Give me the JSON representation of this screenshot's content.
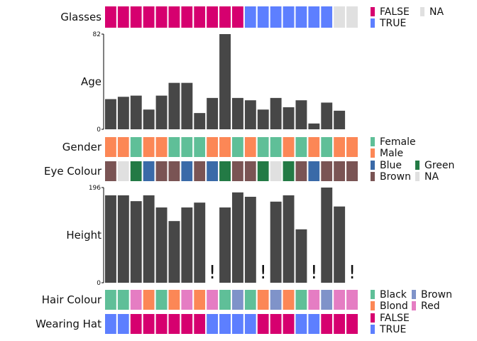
{
  "chart_data": {
    "type": "heatmap",
    "n": 20,
    "tracks": [
      {
        "key": "glasses",
        "label": "Glasses",
        "kind": "categorical",
        "values": [
          "FALSE",
          "FALSE",
          "FALSE",
          "FALSE",
          "FALSE",
          "FALSE",
          "FALSE",
          "FALSE",
          "FALSE",
          "FALSE",
          "FALSE",
          "TRUE",
          "TRUE",
          "TRUE",
          "TRUE",
          "TRUE",
          "TRUE",
          "TRUE",
          "NA",
          "NA"
        ],
        "legend": [
          {
            "label": "FALSE",
            "color": "#d6006f"
          },
          {
            "label": "NA",
            "color": "#e0e0e0"
          },
          {
            "label": "TRUE",
            "color": "#5d7fff"
          }
        ]
      },
      {
        "key": "age",
        "label": "Age",
        "kind": "bar",
        "ymin": 0,
        "ymax": 82,
        "tick_min": "0",
        "tick_max": "82",
        "values": [
          26,
          28,
          29,
          17,
          29,
          40,
          40,
          14,
          27,
          82,
          27,
          25,
          17,
          27,
          19,
          25,
          5,
          23,
          16,
          null
        ]
      },
      {
        "key": "gender",
        "label": "Gender",
        "kind": "categorical",
        "values": [
          "Male",
          "Male",
          "Female",
          "Male",
          "Male",
          "Female",
          "Female",
          "Female",
          "Male",
          "Male",
          "Female",
          "Male",
          "Female",
          "Female",
          "Male",
          "Female",
          "Male",
          "Female",
          "Male",
          "Male"
        ],
        "legend": [
          {
            "label": "Female",
            "color": "#5fbf98"
          },
          {
            "label": "Male",
            "color": "#fc8756"
          }
        ]
      },
      {
        "key": "eye",
        "label": "Eye Colour",
        "kind": "categorical",
        "values": [
          "Brown",
          "NA",
          "Green",
          "Blue",
          "Brown",
          "Brown",
          "Blue",
          "Brown",
          "Blue",
          "Green",
          "Brown",
          "Brown",
          "Green",
          "NA",
          "Green",
          "Brown",
          "Blue",
          "Brown",
          "Brown",
          "Brown"
        ],
        "legend": [
          {
            "label": "Blue",
            "color": "#3a6aa8"
          },
          {
            "label": "Green",
            "color": "#237a45"
          },
          {
            "label": "Brown",
            "color": "#7a5454"
          },
          {
            "label": "NA",
            "color": "#e0e0e0"
          }
        ]
      },
      {
        "key": "height",
        "label": "Height",
        "kind": "bar",
        "ymin": 0,
        "ymax": 196,
        "tick_min": "0",
        "tick_max": "196",
        "missing_symbol": "!",
        "values": [
          180,
          180,
          168,
          180,
          155,
          127,
          155,
          165,
          null,
          155,
          186,
          177,
          null,
          167,
          180,
          110,
          null,
          196,
          157,
          null
        ]
      },
      {
        "key": "hair",
        "label": "Hair Colour",
        "kind": "categorical",
        "values": [
          "Black",
          "Black",
          "Red",
          "Blond",
          "Black",
          "Blond",
          "Red",
          "Blond",
          "Red",
          "Black",
          "Brown",
          "Black",
          "Blond",
          "Brown",
          "Blond",
          "Black",
          "Red",
          "Brown",
          "Red",
          "Red"
        ],
        "legend": [
          {
            "label": "Black",
            "color": "#5fbf98"
          },
          {
            "label": "Brown",
            "color": "#7f93c9"
          },
          {
            "label": "Blond",
            "color": "#fc8756"
          },
          {
            "label": "Red",
            "color": "#e57dc3"
          }
        ]
      },
      {
        "key": "hat",
        "label": "Wearing Hat",
        "kind": "categorical",
        "values": [
          "TRUE",
          "TRUE",
          "FALSE",
          "FALSE",
          "FALSE",
          "FALSE",
          "FALSE",
          "FALSE",
          "TRUE",
          "TRUE",
          "TRUE",
          "TRUE",
          "FALSE",
          "FALSE",
          "FALSE",
          "TRUE",
          "TRUE",
          "FALSE",
          "FALSE",
          "FALSE"
        ],
        "legend": [
          {
            "label": "FALSE",
            "color": "#d6006f"
          },
          {
            "label": "TRUE",
            "color": "#5d7fff"
          }
        ]
      }
    ],
    "colors": {
      "bar": "#474747",
      "axis": "#000000",
      "cell_border": "#ffffff"
    }
  }
}
